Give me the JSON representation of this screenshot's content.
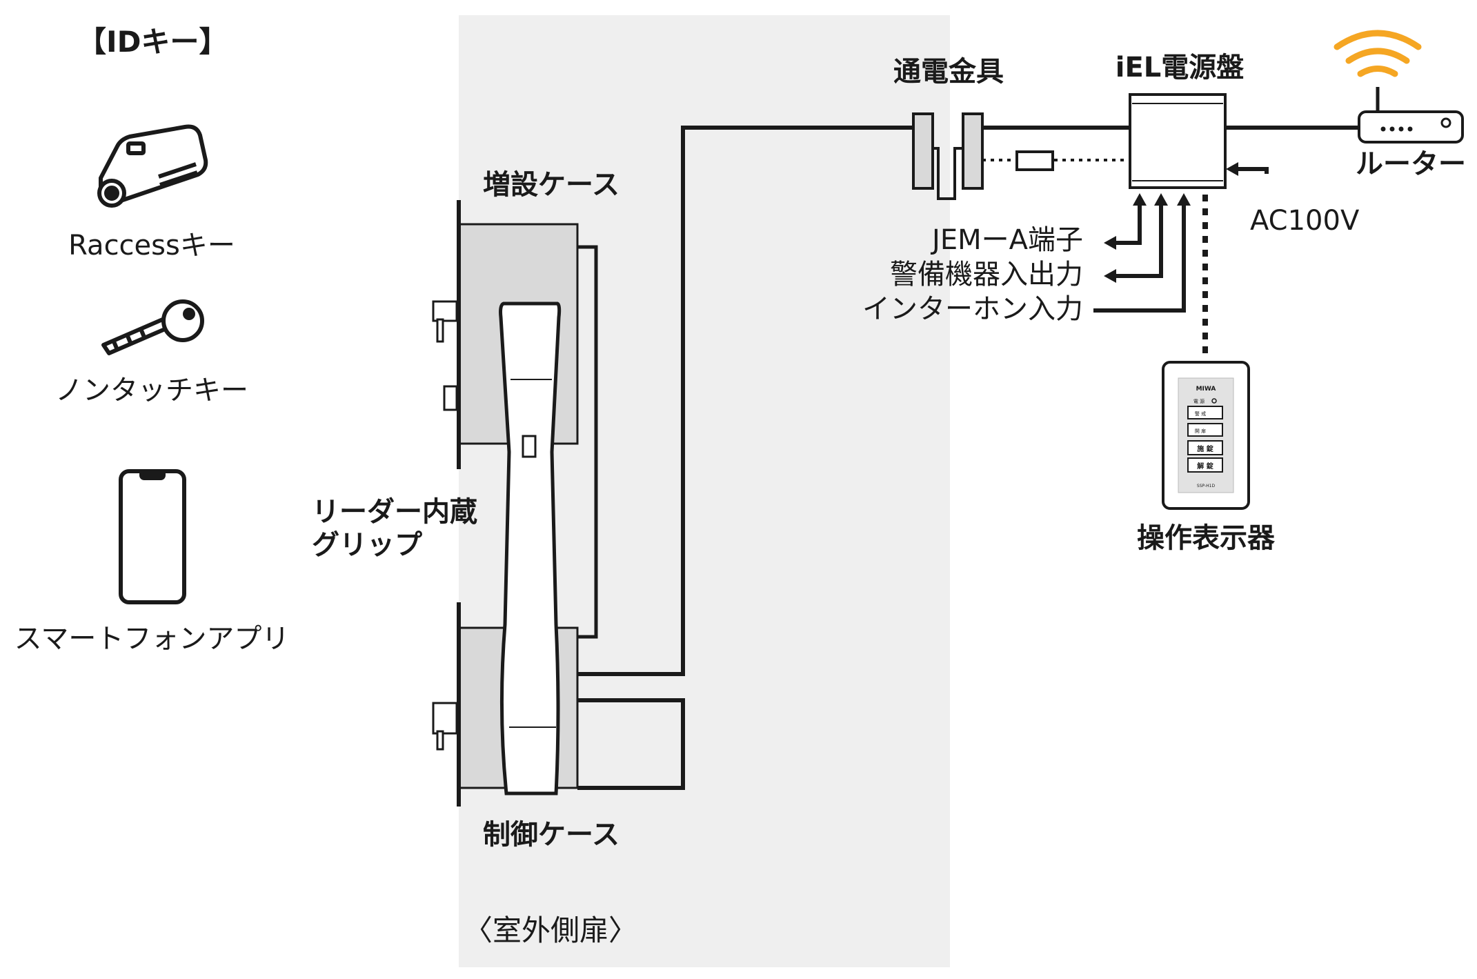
{
  "id_section": {
    "heading": "【IDキー】",
    "keys": [
      {
        "label": "Raccessキー",
        "icon": "raccess-key-icon"
      },
      {
        "label": "ノンタッチキー",
        "icon": "key-icon"
      },
      {
        "label": "スマートフォンアプリ",
        "icon": "smartphone-icon"
      }
    ]
  },
  "door": {
    "extension_case": "増設ケース",
    "grip_label_line1": "リーダー内蔵",
    "grip_label_line2": "グリップ",
    "control_case": "制御ケース",
    "outdoor_door": "〈室外側扉〉"
  },
  "wiring": {
    "conductive_fitting": "通電金具",
    "power_panel": "iEL電源盤",
    "router": "ルーター",
    "ac_input": "AC100V",
    "jem_terminal": "JEMーA端子",
    "security_io": "警備機器入出力",
    "intercom_input": "インターホン入力",
    "operation_display": "操作表示器"
  },
  "display_panel": {
    "brand": "MIWA",
    "indicator_label": "電 源",
    "row1_label": "警 戒",
    "row2_label": "開 扉",
    "lock_button": "施 錠",
    "unlock_button": "解 錠",
    "model": "SSP-H1D"
  },
  "colors": {
    "line": "#1a1a1a",
    "door_area": "#efefef",
    "case_fill": "#d9d9d9",
    "wifi": "#f5a623"
  }
}
